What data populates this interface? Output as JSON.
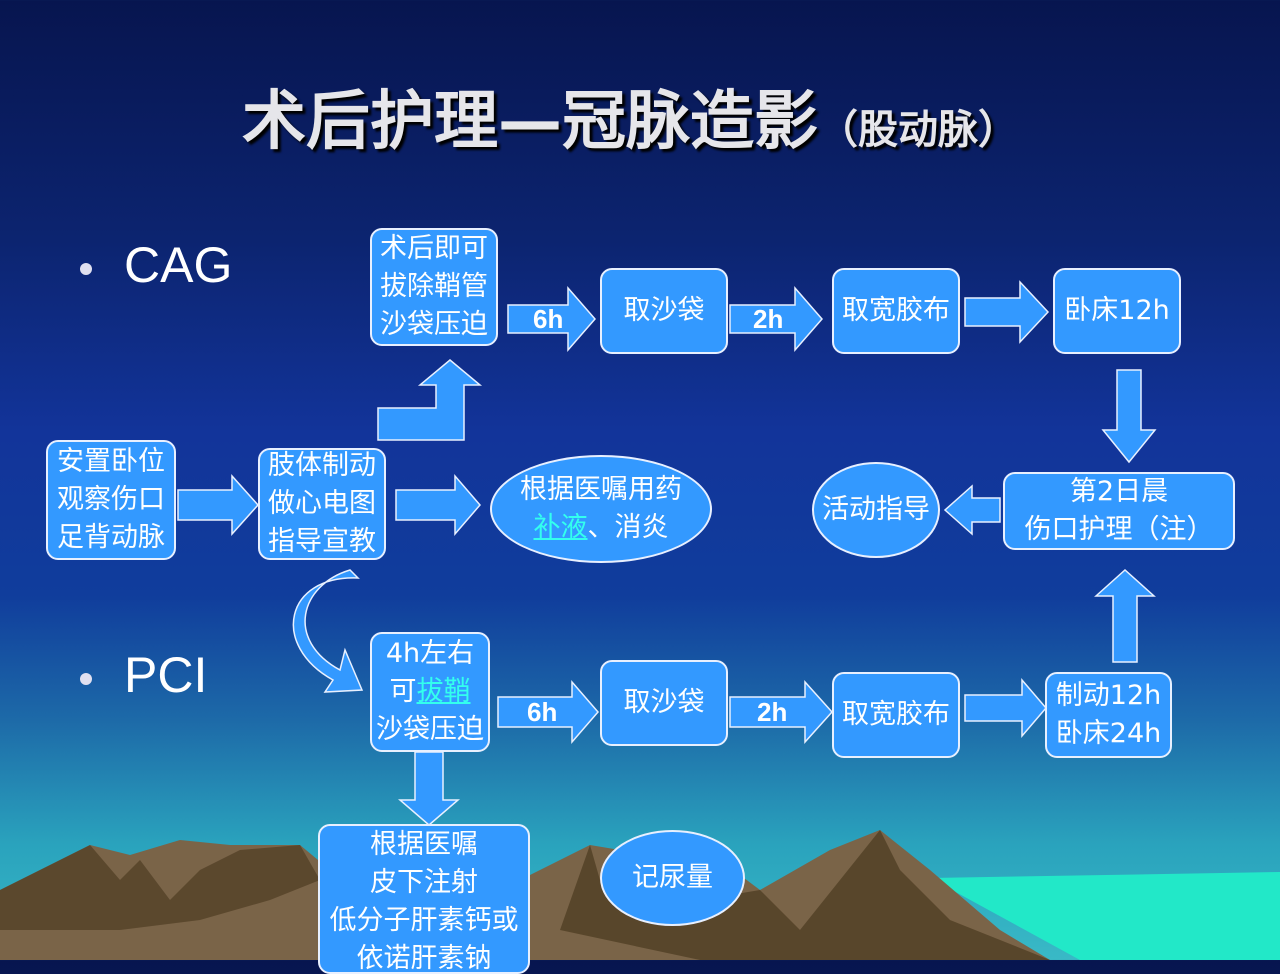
{
  "title": {
    "main": "术后护理—冠脉造影",
    "sub": "（股动脉）"
  },
  "bullets": {
    "cag": "CAG",
    "pci": "PCI"
  },
  "common": {
    "start": [
      "安置卧位",
      "观察伤口",
      "足背动脉"
    ],
    "limb": [
      "肢体制动",
      "做心电图",
      "指导宣教"
    ],
    "meds": {
      "line1": "根据医嘱用药",
      "link": "补液",
      "rest": "、消炎"
    }
  },
  "cag": {
    "sheath": [
      "术后即可",
      "拔除鞘管",
      "沙袋压迫"
    ],
    "arrow1": "6h",
    "sandbag": "取沙袋",
    "arrow2": "2h",
    "tape": "取宽胶布",
    "bed": "卧床12h",
    "day2": [
      "第2日晨",
      "伤口护理（注）"
    ],
    "activity": "活动指导"
  },
  "pci": {
    "sheath": {
      "line1": "4h左右",
      "pre": "可",
      "link": "拔鞘",
      "line3": "沙袋压迫"
    },
    "arrow1": "6h",
    "sandbag": "取沙袋",
    "arrow2": "2h",
    "tape": "取宽胶布",
    "bed": [
      "制动12h",
      "卧床24h"
    ],
    "inject": [
      "根据医嘱",
      "皮下注射",
      "低分子肝素钙或",
      "依诺肝素钠"
    ],
    "urine": "记尿量"
  }
}
